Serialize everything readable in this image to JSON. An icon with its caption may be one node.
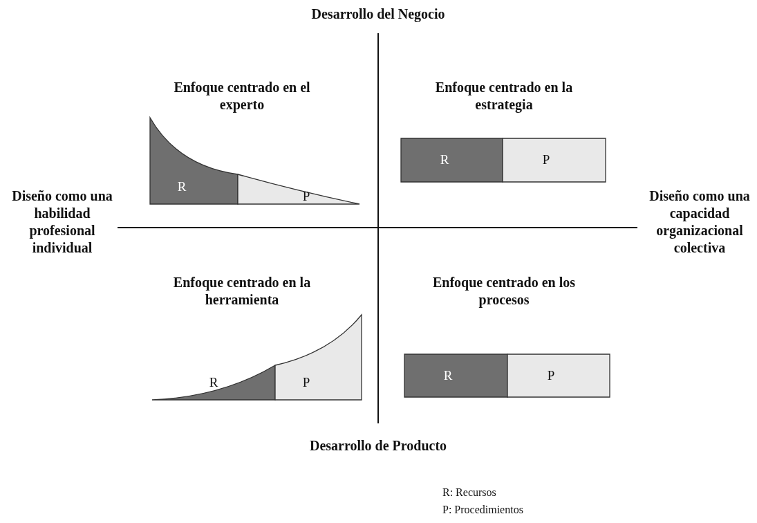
{
  "diagram": {
    "nodes": [
      {
        "text": [
          "R"
        ]
      },
      {
        "text": [
          "P"
        ]
      },
      {
        "text": [
          "R"
        ]
      },
      {
        "text": [
          "P"
        ]
      },
      {
        "text": [
          "R"
        ]
      },
      {
        "text": [
          "P"
        ]
      },
      {
        "text": [
          "R"
        ]
      },
      {
        "text": [
          "P"
        ]
      }
    ],
    "labels": [
      "Desarrollo del Negocio",
      "Enfoque centrado en el experto",
      "Enfoque centrado en la estrategia",
      "Diseño como una habilidad profesional individual",
      "Diseño como una capacidad organizacional colectiva",
      "Enfoque centrado en la herramienta",
      "Enfoque centrado en los procesos",
      "Desarrollo de Producto",
      "R: Recursos",
      "P: Procedimientos"
    ]
  }
}
